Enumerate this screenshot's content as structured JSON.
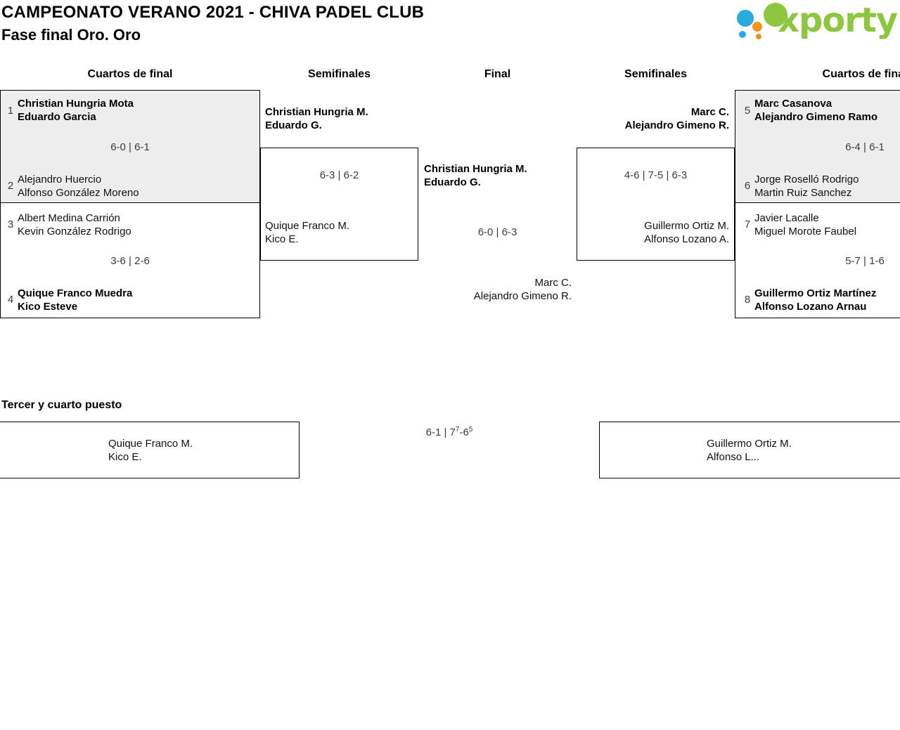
{
  "header": {
    "title": "CAMPEONATO VERANO 2021 - CHIVA PADEL CLUB",
    "subtitle": "Fase final Oro. Oro",
    "logo_text": "xporty"
  },
  "rounds": {
    "qf_left": "Cuartos de final",
    "sf_left": "Semifinales",
    "final": "Final",
    "sf_right": "Semifinales",
    "qf_right": "Cuartos de final"
  },
  "bracket": {
    "qf1": {
      "seed_top": "1",
      "team_top": [
        "Christian Hungria Mota",
        "Eduardo Garcia"
      ],
      "score": "6-0 | 6-1",
      "seed_bottom": "2",
      "team_bottom": [
        "Alejandro Huercio",
        "Alfonso González Moreno"
      ],
      "winner": "top"
    },
    "qf2": {
      "seed_top": "3",
      "team_top": [
        "Albert Medina Carrión",
        "Kevin González Rodrigo"
      ],
      "score": "3-6 | 2-6",
      "seed_bottom": "4",
      "team_bottom": [
        "Quique Franco Muedra",
        "Kico Esteve"
      ],
      "winner": "bottom"
    },
    "sf1": {
      "team_top": [
        "Christian Hungria M.",
        "Eduardo G."
      ],
      "score": "6-3 | 6-2",
      "team_bottom": [
        "Quique Franco M.",
        "Kico E."
      ],
      "winner": "top"
    },
    "final": {
      "team_top": [
        "Christian Hungria M.",
        "Eduardo G."
      ],
      "score": "6-0 | 6-3",
      "team_bottom": [
        "Marc C.",
        "Alejandro Gimeno R."
      ],
      "winner": "top"
    },
    "sf2": {
      "team_top": [
        "Marc C.",
        "Alejandro Gimeno R."
      ],
      "score": "4-6 | 7-5 | 6-3",
      "team_bottom": [
        "Guillermo Ortiz M.",
        "Alfonso Lozano A."
      ],
      "winner": "top"
    },
    "qf3": {
      "seed_top": "5",
      "team_top": [
        "Marc Casanova",
        "Alejandro Gimeno Ramo"
      ],
      "score": "6-4 | 6-1",
      "seed_bottom": "6",
      "team_bottom": [
        "Jorge Roselló Rodrigo",
        "Martin Ruiz Sanchez"
      ],
      "winner": "top"
    },
    "qf4": {
      "seed_top": "7",
      "team_top": [
        "Javier Lacalle",
        "Miguel Morote Faubel"
      ],
      "score": "5-7 | 1-6",
      "seed_bottom": "8",
      "team_bottom": [
        "Guillermo Ortiz Martínez",
        "Alfonso Lozano Arnau"
      ],
      "winner": "bottom"
    }
  },
  "third_place": {
    "heading": "Tercer y cuarto puesto",
    "team_left": [
      "Quique Franco M.",
      "Kico E."
    ],
    "team_right": [
      "Guillermo Ortiz M.",
      "Alfonso L..."
    ],
    "score": {
      "p1": "6-1 | 7",
      "s1": "7",
      "p2": "-6",
      "s2": "5"
    }
  },
  "colors": {
    "logo_green": "#8dc63f",
    "logo_blue": "#29abe2",
    "logo_orange": "#f7941e",
    "match_alt_bg": "#ededed",
    "border": "#000000"
  }
}
